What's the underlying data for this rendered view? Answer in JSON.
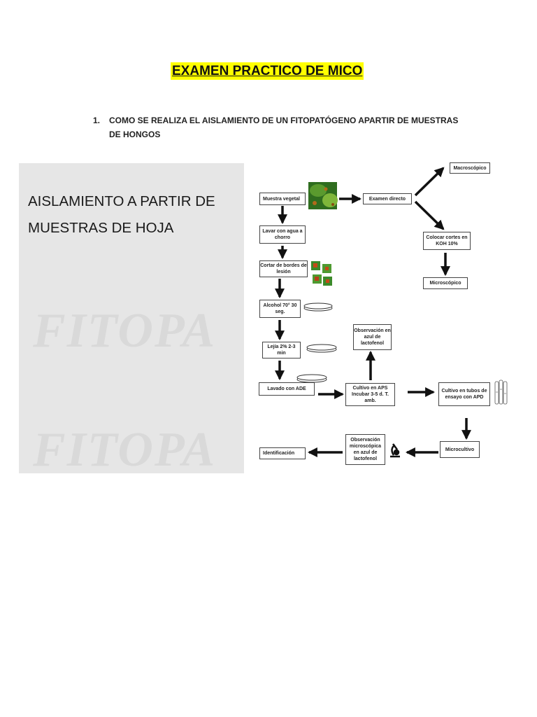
{
  "document": {
    "title": "EXAMEN PRACTICO DE MICO",
    "question_number": "1.",
    "question_text": "COMO SE REALIZA EL AISLAMIENTO DE UN FITOPATÓGENO APARTIR DE MUESTRAS DE HONGOS"
  },
  "slide": {
    "title_line1": "AISLAMIENTO A PARTIR DE",
    "title_line2": "MUESTRAS DE HOJA",
    "watermark": "FITOPA"
  },
  "flowchart": {
    "muestra_vegetal": "Muestra vegetal",
    "examen_directo": "Examen directo",
    "macroscopico": "Macroscópico",
    "colocar_cortes": "Colocar cortes en KOH 10%",
    "microscopico": "Microscópico",
    "lavar": "Lavar con agua a chorro",
    "cortar": "Cortar de bordes de lesión",
    "alcohol": "Alcohol 70° 30 seg.",
    "lejia": "Lejía 2% 2-3 min",
    "lavado": "Lavado con ADE",
    "observacion_azul": "Observación en azul de lactofenol",
    "cultivo_aps": "Cultivo en APS Incubar 3-5 d. T. amb.",
    "cultivo_tubos": "Cultivo en tubos de ensayo con APD",
    "microcultivo": "Microcultivo",
    "observacion_micro": "Observación microscópica en azul de lactofenol",
    "identificacion": "Identificación"
  },
  "colors": {
    "highlight": "#ffff00",
    "panel_bg": "#e6e6e6",
    "arrow": "#111111"
  }
}
